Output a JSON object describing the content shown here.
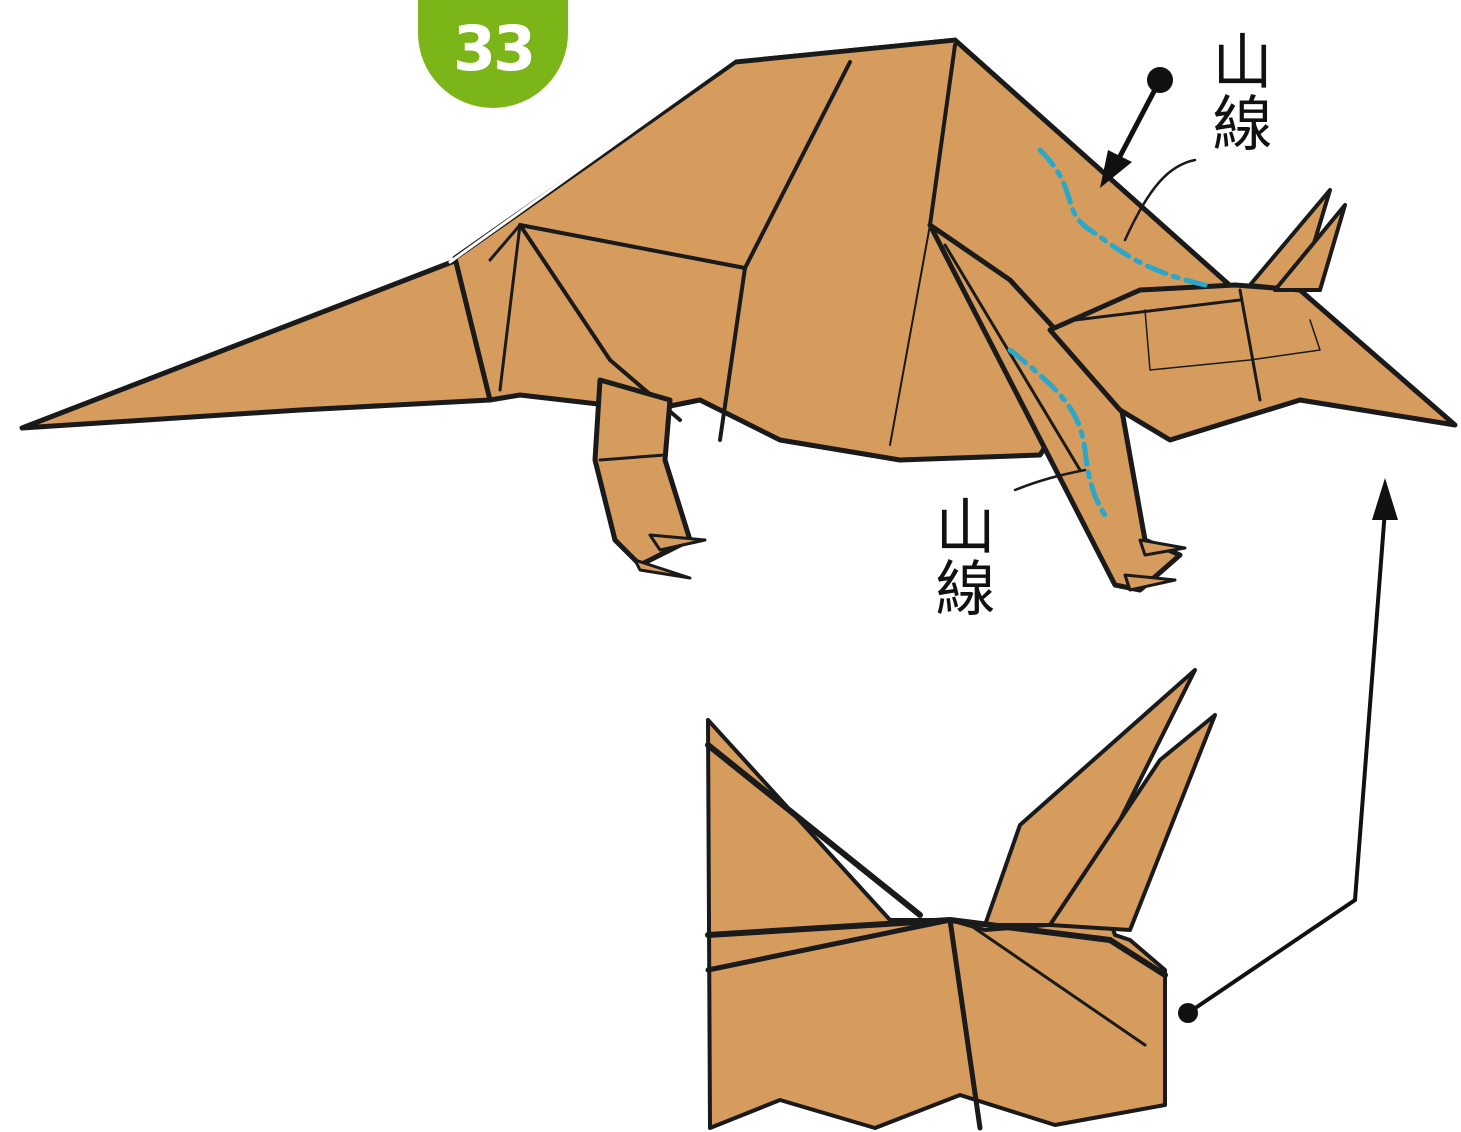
{
  "step": {
    "number": "33"
  },
  "labels": {
    "top_fold": "山線",
    "bottom_fold": "山線"
  },
  "colors": {
    "paper": "#d69c5e",
    "paper_dark": "#c7884a",
    "outline": "#1a1a1a",
    "fold_line": "#2aa7c9",
    "badge": "#7cb518"
  },
  "icons": {
    "top_arrow": "pointing-arrow-icon",
    "detail_arrow": "curved-callout-arrow-icon"
  }
}
